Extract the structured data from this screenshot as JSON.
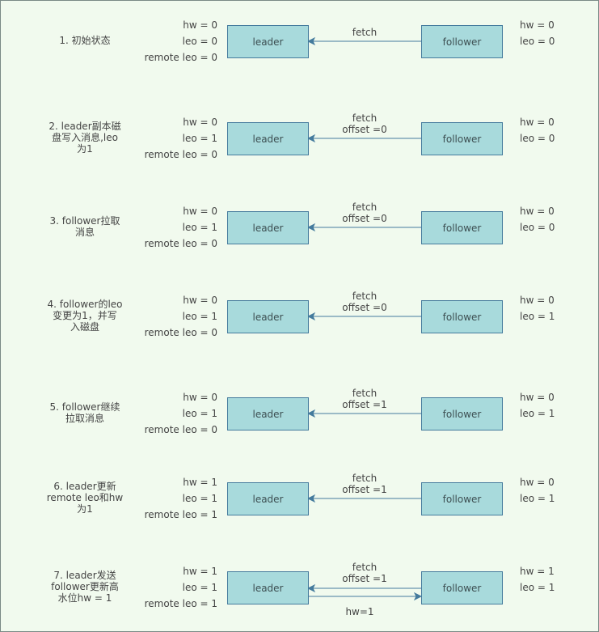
{
  "colors": {
    "background": "#f1faee",
    "box_fill": "#a8dadc",
    "box_stroke": "#457b9d",
    "arrow": "#457b9d",
    "text": "#444444"
  },
  "rows": [
    {
      "step": [
        "1. 初始状态"
      ],
      "leader_state": [
        "hw = 0",
        "leo = 0",
        "remote leo = 0"
      ],
      "leader_label": "leader",
      "follower_label": "follower",
      "follower_state": [
        "hw = 0",
        "leo = 0"
      ],
      "request": [
        "fetch"
      ]
    },
    {
      "step": [
        "2. leader副本磁",
        "盘写入消息,leo",
        "为1"
      ],
      "leader_state": [
        "hw = 0",
        "leo = 1",
        "remote leo = 0"
      ],
      "leader_label": "leader",
      "follower_label": "follower",
      "follower_state": [
        "hw = 0",
        "leo = 0"
      ],
      "request": [
        "fetch",
        "offset =0"
      ]
    },
    {
      "step": [
        "3. follower拉取",
        "消息"
      ],
      "leader_state": [
        "hw = 0",
        "leo = 1",
        "remote leo = 0"
      ],
      "leader_label": "leader",
      "follower_label": "follower",
      "follower_state": [
        "hw = 0",
        "leo = 0"
      ],
      "request": [
        "fetch",
        "offset =0"
      ]
    },
    {
      "step": [
        "4. follower的leo",
        "变更为1，并写",
        "入磁盘"
      ],
      "leader_state": [
        "hw = 0",
        "leo = 1",
        "remote leo = 0"
      ],
      "leader_label": "leader",
      "follower_label": "follower",
      "follower_state": [
        "hw = 0",
        "leo = 1"
      ],
      "request": [
        "fetch",
        "offset =0"
      ]
    },
    {
      "step": [
        "5. follower继续",
        "拉取消息"
      ],
      "leader_state": [
        "hw = 0",
        "leo = 1",
        "remote leo = 0"
      ],
      "leader_label": "leader",
      "follower_label": "follower",
      "follower_state": [
        "hw = 0",
        "leo = 1"
      ],
      "request": [
        "fetch",
        "offset =1"
      ]
    },
    {
      "step": [
        "6. leader更新",
        "remote leo和hw",
        "为1"
      ],
      "leader_state": [
        "hw = 1",
        "leo = 1",
        "remote leo = 1"
      ],
      "leader_label": "leader",
      "follower_label": "follower",
      "follower_state": [
        "hw = 0",
        "leo = 1"
      ],
      "request": [
        "fetch",
        "offset =1"
      ]
    },
    {
      "step": [
        "7. leader发送",
        "follower更新高",
        "水位hw = 1"
      ],
      "leader_state": [
        "hw = 1",
        "leo = 1",
        "remote leo = 1"
      ],
      "leader_label": "leader",
      "follower_label": "follower",
      "follower_state": [
        "hw = 1",
        "leo = 1"
      ],
      "request": [
        "fetch",
        "offset =1"
      ],
      "response": [
        "hw=1"
      ]
    }
  ]
}
